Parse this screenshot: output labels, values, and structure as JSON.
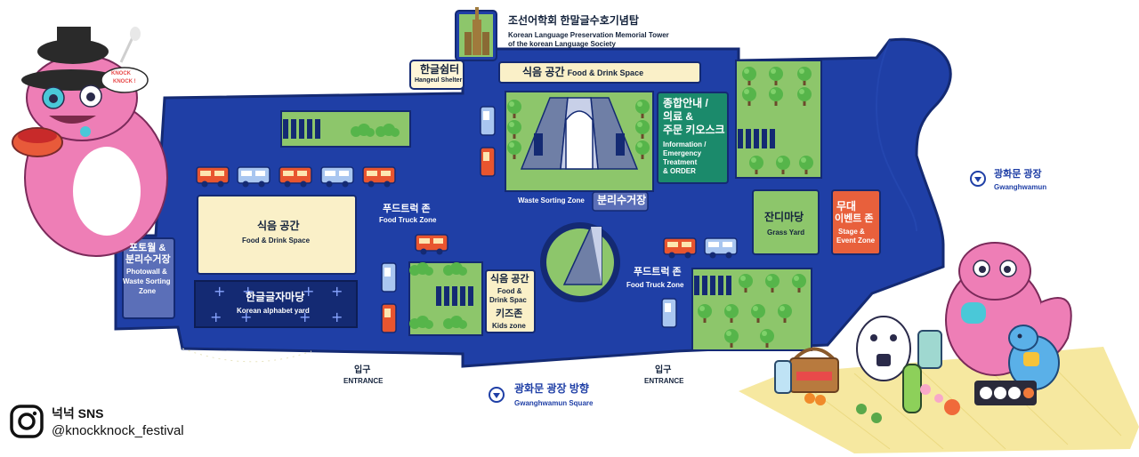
{
  "colors": {
    "venue": "#1f3fa6",
    "venue_dark": "#142a73",
    "grass": "#8dc66b",
    "food_space": "#faf0c8",
    "info_booth": "#1b8a6b",
    "stage": "#e8603c",
    "photowall": "#5b6fb8",
    "mat": "#f6e8a0",
    "mascot": "#ee7eb6"
  },
  "monument": {
    "ko": "조선어학회 한말글수호기념탑",
    "en1": "Korean Language Preservation Memorial Tower",
    "en2": "of the korean Language Society"
  },
  "shelter": {
    "ko": "한글쉼터",
    "en": "Hangeul Shelter"
  },
  "food_top": {
    "ko": "식음 공간",
    "en": "Food & Drink Space"
  },
  "info": {
    "ko1": "종합안내 /",
    "ko2": "의료 &",
    "ko3": "주문 키오스크",
    "en1": "Information /",
    "en2": "Emergency",
    "en3": "Treatment",
    "en4": "& ORDER"
  },
  "waste": {
    "en": "Waste Sorting Zone",
    "ko": "분리수거장"
  },
  "food_left": {
    "ko": "식음 공간",
    "en": "Food & Drink Space"
  },
  "food_truck_left": {
    "ko": "푸드트럭 존",
    "en": "Food Truck Zone"
  },
  "food_truck_right": {
    "ko": "푸드트럭 존",
    "en": "Food Truck Zone"
  },
  "photowall": {
    "ko1": "포토월 &",
    "ko2": "분리수거장",
    "en1": "Photowall &",
    "en2": "Waste Sorting",
    "en3": "Zone"
  },
  "alphabet_yard": {
    "ko": "한글글자마당",
    "en": "Korean alphabet yard"
  },
  "food_kids": {
    "ko1": "식음 공간",
    "en1": "Food &",
    "en2": "Drink Spac",
    "ko2": "키즈존",
    "en3": "Kids zone"
  },
  "grass_yard": {
    "ko": "잔디마당",
    "en": "Grass Yard"
  },
  "stage": {
    "ko1": "무대",
    "ko2": "이벤트 존",
    "en1": "Stage &",
    "en2": "Event Zone"
  },
  "entrance_left": {
    "ko": "입구",
    "en": "ENTRANCE"
  },
  "entrance_right": {
    "ko": "입구",
    "en": "ENTRANCE"
  },
  "square_bottom": {
    "ko": "광화문 광장 방향",
    "en": "Gwanghwamun Square"
  },
  "square_right": {
    "ko": "광화문 광장",
    "en": "Gwanghwamun"
  },
  "mascot_bubble": {
    "line1": "KNOCK",
    "line2": "KNOCK !"
  },
  "sns": {
    "title": "넉넉 SNS",
    "handle": "@knockknock_festival",
    "icon": "instagram-icon"
  }
}
